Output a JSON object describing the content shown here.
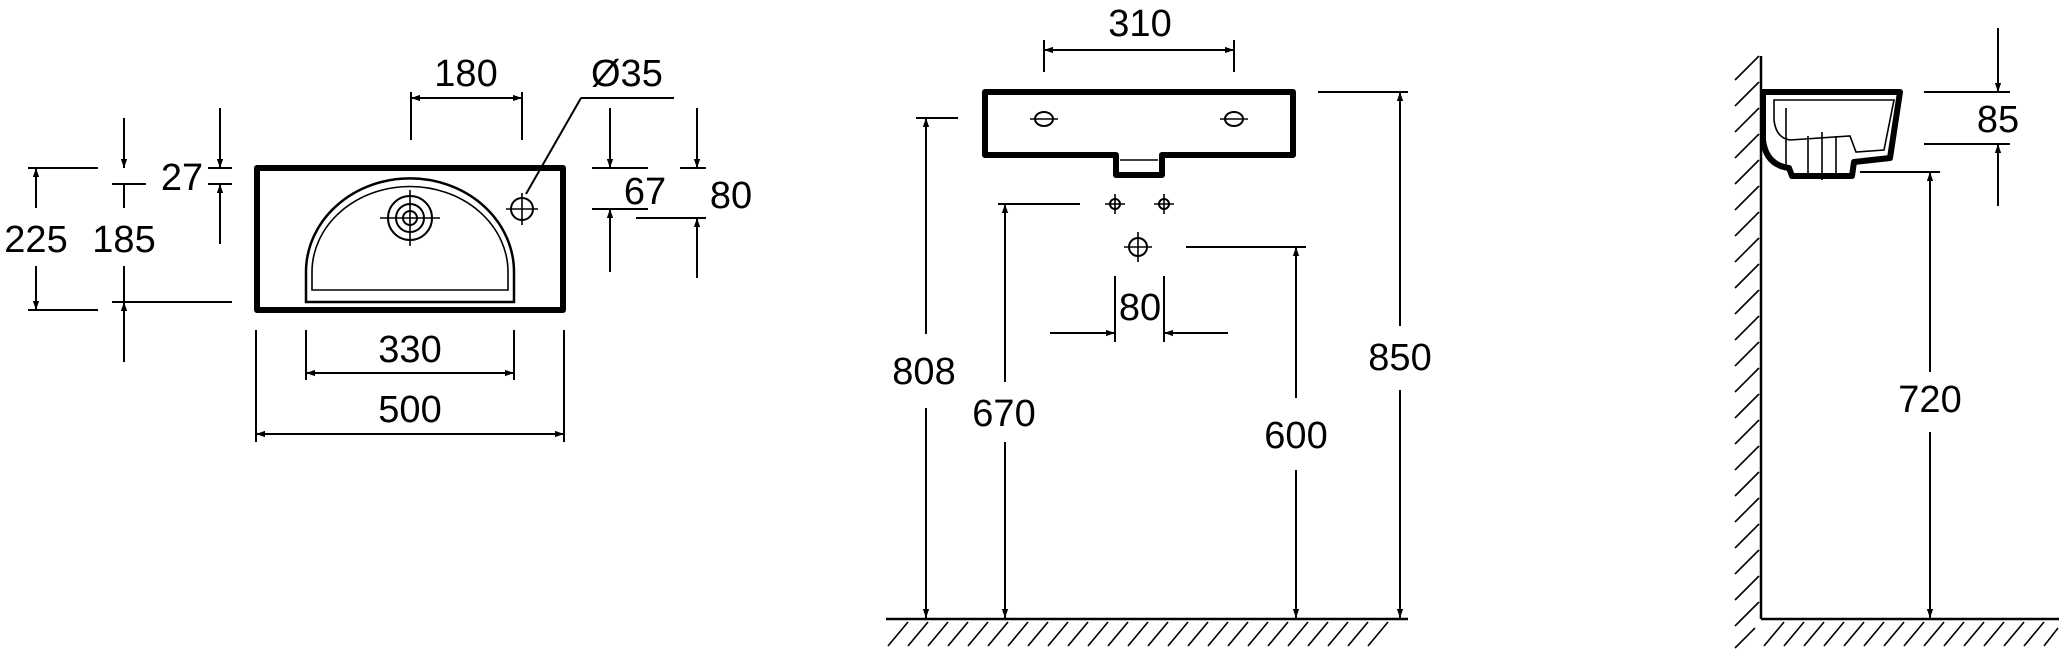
{
  "diagram": {
    "top_view": {
      "dims": {
        "hole_spacing": "180",
        "hole_diameter": "Ø35",
        "depth_total": "225",
        "depth_bowl": "185",
        "offset_27": "27",
        "hole_offset_67": "67",
        "hole_offset_80": "80",
        "bowl_width": "330",
        "overall_width": "500"
      }
    },
    "front_view": {
      "dims": {
        "tap_spacing": "310",
        "waste_spacing": "80",
        "height_808": "808",
        "height_670": "670",
        "height_600": "600",
        "height_850": "850"
      }
    },
    "side_view": {
      "dims": {
        "basin_height": "85",
        "height_720": "720"
      }
    }
  }
}
